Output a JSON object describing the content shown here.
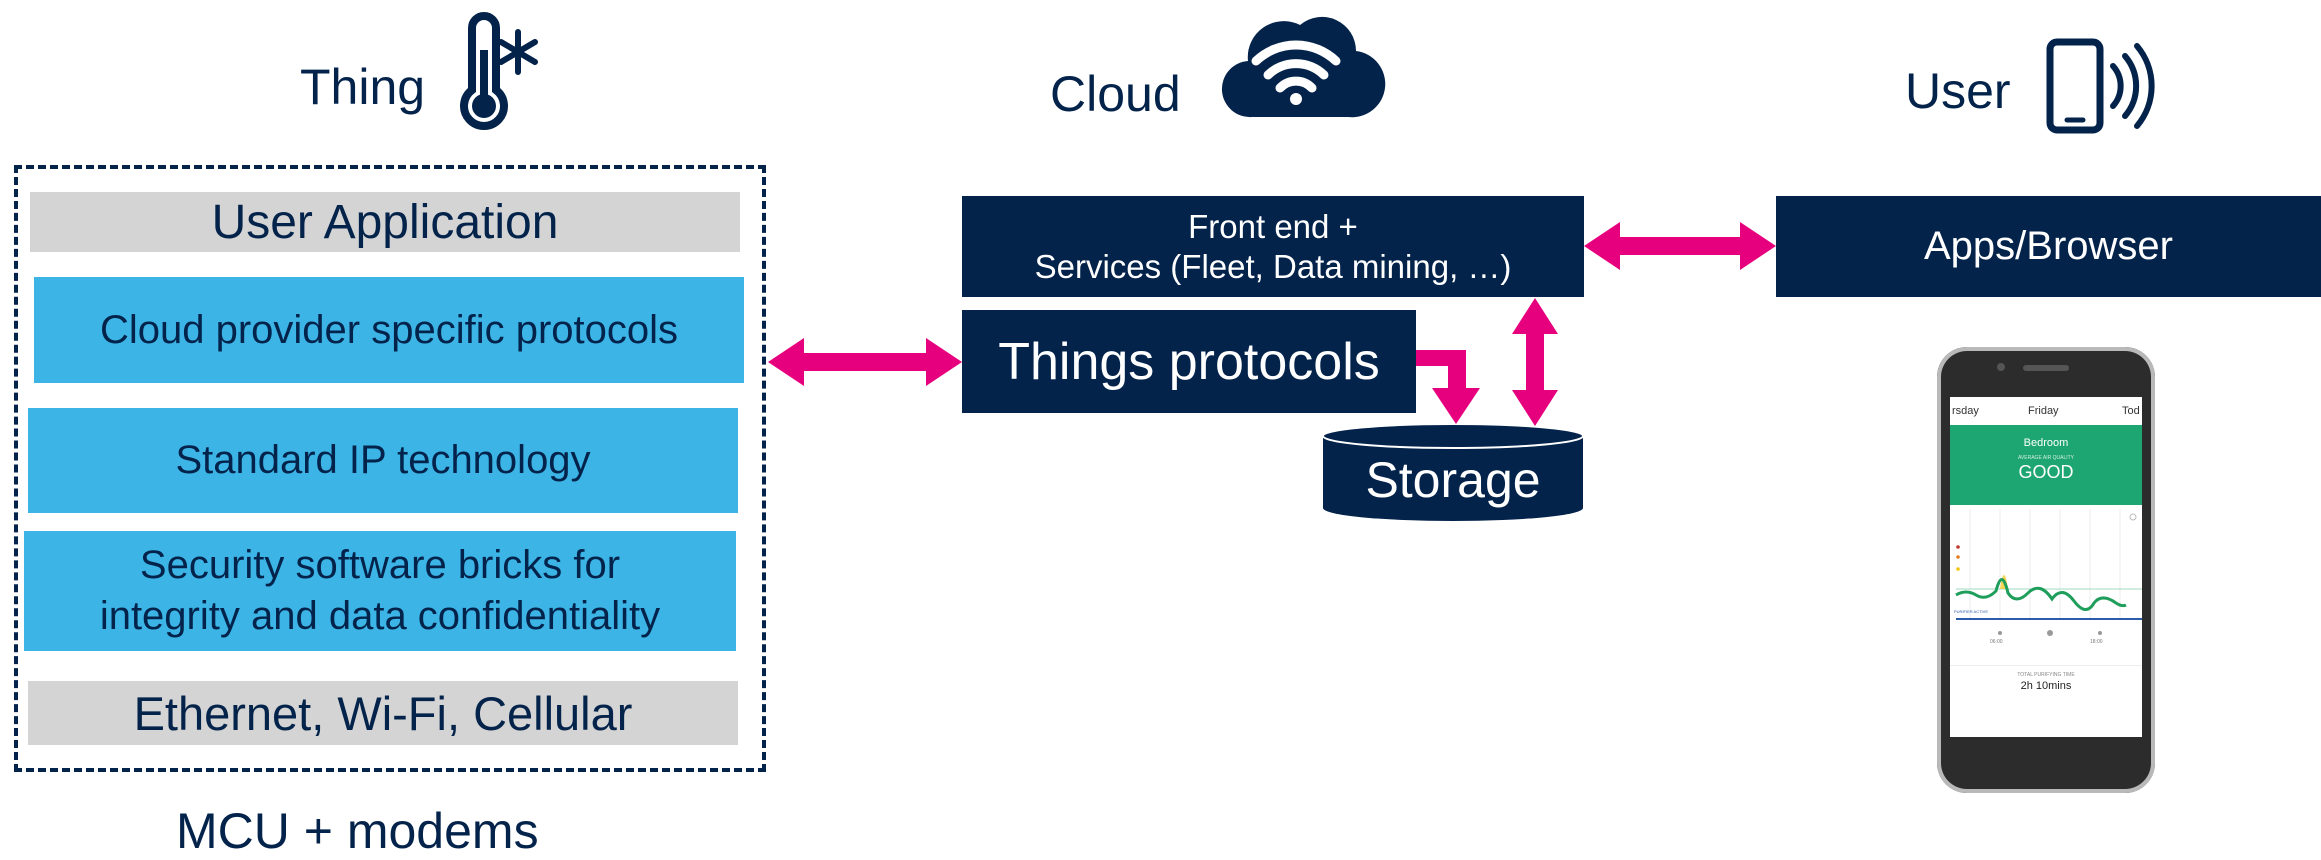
{
  "headers": {
    "thing": "Thing",
    "cloud": "Cloud",
    "user": "User"
  },
  "icons": {
    "thing": "thermometer-snowflake-icon",
    "cloud": "cloud-wifi-icon",
    "user": "smartphone-signal-icon"
  },
  "thing_stack": {
    "user_application": "User Application",
    "cloud_protocols": "Cloud provider specific protocols",
    "standard_ip": "Standard IP technology",
    "security_line1": "Security software bricks for",
    "security_line2": "integrity and data confidentiality",
    "connectivity": "Ethernet, Wi-Fi, Cellular",
    "footer": "MCU + modems"
  },
  "cloud": {
    "front_end_line1": "Front end +",
    "front_end_line2": "Services (Fleet, Data mining, …)",
    "things_protocols": "Things protocols",
    "storage": "Storage"
  },
  "user": {
    "apps_browser": "Apps/Browser"
  },
  "phone_screen": {
    "day_prev": "rsday",
    "day_current": "Friday",
    "day_next": "Tod",
    "room": "Bedroom",
    "quality_caption": "AVERAGE AIR QUALITY",
    "quality_value": "GOOD",
    "purifier_label": "PURIFIER ACTIVE",
    "tick_1": "06:00",
    "tick_2": "18:00",
    "total_caption": "TOTAL PURIFYING TIME",
    "total_value": "2h 10mins"
  },
  "colors": {
    "navy": "#03234b",
    "light_blue": "#3cb4e6",
    "gray": "#d4d4d4",
    "magenta": "#e6007e",
    "app_green": "#1ea672"
  }
}
